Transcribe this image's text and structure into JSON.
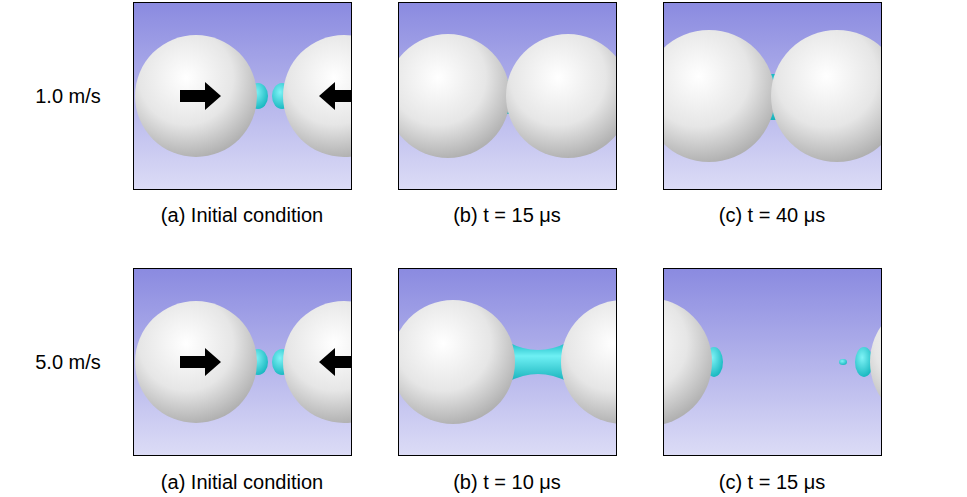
{
  "diagram": {
    "labels": [
      "1.0 m/s",
      "(a) Initial condition",
      "(b) t = 15 μs",
      "(c) t = 40 μs",
      "5.0 m/s",
      "(a) Initial condition",
      "(b) t = 10 μs",
      "(c) t = 15 μs"
    ]
  }
}
